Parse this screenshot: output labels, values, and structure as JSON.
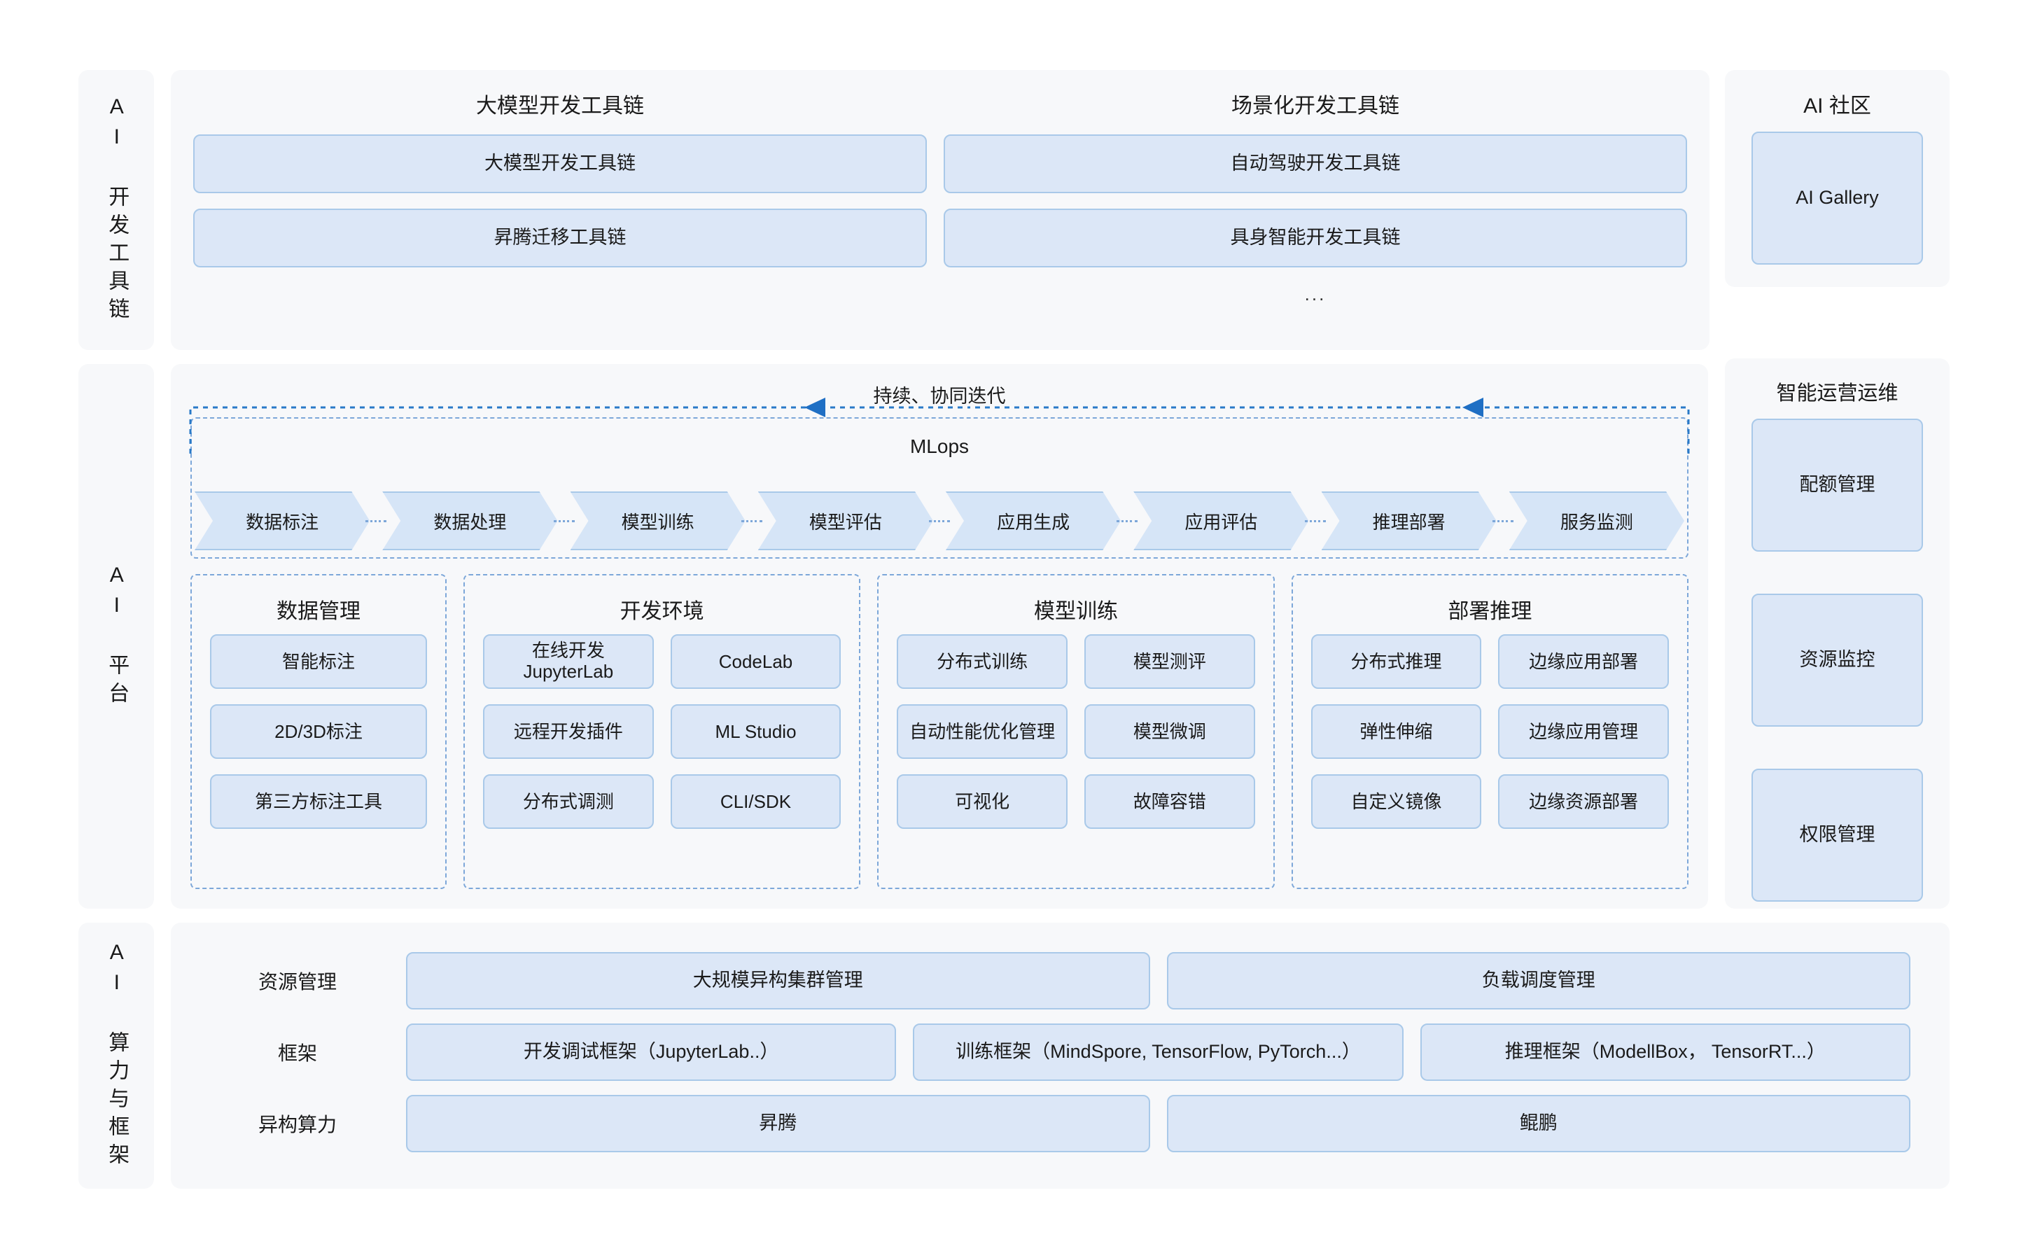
{
  "rows": {
    "toolchain": {
      "side_label": "AI 开发工具链",
      "columns": [
        {
          "title": "大模型开发工具链",
          "items": [
            "大模型开发工具链",
            "昇腾迁移工具链"
          ]
        },
        {
          "title": "场景化开发工具链",
          "items": [
            "自动驾驶开发工具链",
            "具身智能开发工具链"
          ]
        }
      ],
      "ellipsis": "...",
      "community": {
        "title": "AI 社区",
        "item": "AI Gallery"
      }
    },
    "platform": {
      "side_label": "AI 平台",
      "iteration_label": "持续、协同迭代",
      "mlops_title": "MLops",
      "pipeline": [
        "数据标注",
        "数据处理",
        "模型训练",
        "模型评估",
        "应用生成",
        "应用评估",
        "推理部署",
        "服务监测"
      ],
      "subpanels": [
        {
          "title": "数据管理",
          "columns": [
            [
              "智能标注",
              "2D/3D标注",
              "第三方标注工具"
            ]
          ]
        },
        {
          "title": "开发环境",
          "columns": [
            [
              "在线开发\nJupyterLab",
              "远程开发插件",
              "分布式调测"
            ],
            [
              "CodeLab",
              "ML Studio",
              "CLI/SDK"
            ]
          ]
        },
        {
          "title": "模型训练",
          "columns": [
            [
              "分布式训练",
              "自动性能优化管理",
              "可视化"
            ],
            [
              "模型测评",
              "模型微调",
              "故障容错"
            ]
          ]
        },
        {
          "title": "部署推理",
          "columns": [
            [
              "分布式推理",
              "弹性伸缩",
              "自定义镜像"
            ],
            [
              "边缘应用部署",
              "边缘应用管理",
              "边缘资源部署"
            ]
          ]
        }
      ]
    },
    "compute": {
      "side_label": "AI 算力与框架",
      "rows": [
        {
          "label": "资源管理",
          "items": [
            "大规模异构集群管理",
            "负载调度管理"
          ]
        },
        {
          "label": "框架",
          "items": [
            "开发调试框架（JupyterLab..）",
            "训练框架（MindSpore, TensorFlow, PyTorch...）",
            "推理框架（ModellBox， TensorRT...）"
          ]
        },
        {
          "label": "异构算力",
          "items": [
            "昇腾",
            "鲲鹏"
          ]
        }
      ]
    },
    "ops": {
      "title": "智能运营运维",
      "items": [
        "配额管理",
        "资源监控",
        "权限管理"
      ]
    }
  },
  "colors": {
    "box_fill": "#dce7f7",
    "box_border": "#a9c9e9",
    "panel_bg": "#f7f8fa",
    "dash_border": "#7da7d9",
    "arrow": "#1f6fc4"
  }
}
